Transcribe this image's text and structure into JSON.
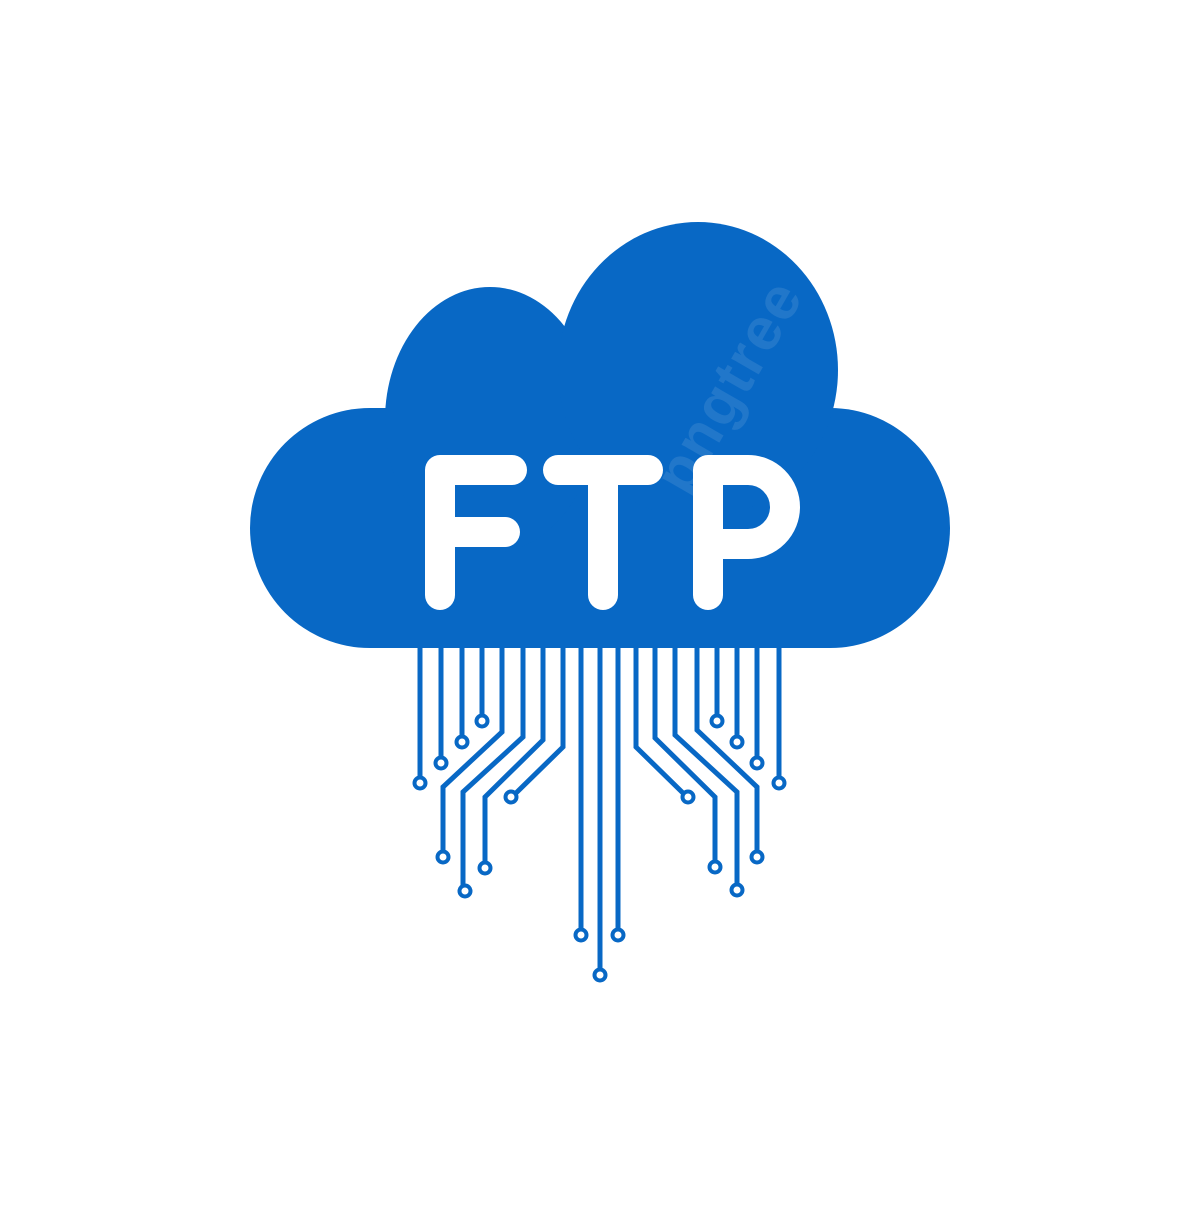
{
  "logo": {
    "text": "FTP",
    "shape": "cloud-icon",
    "decoration": "circuit-lines",
    "colors": {
      "cloud": "#0868C5",
      "text": "#FFFFFF",
      "background": "#FFFFFF"
    }
  },
  "watermark": {
    "text": "pngtree"
  }
}
